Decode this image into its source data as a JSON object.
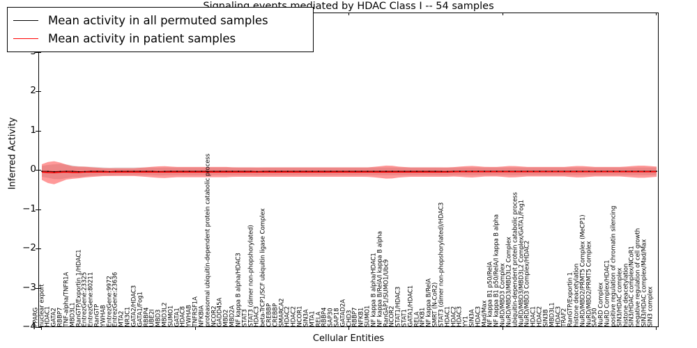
{
  "chart_data": {
    "type": "line",
    "title": "Signaling events mediated by HDAC Class I -- 54 samples",
    "xlabel": "Cellular Entities",
    "ylabel": "Inferred Activity",
    "ylim": [
      -4,
      4
    ],
    "yticks": [
      -4,
      -3,
      -2,
      -1,
      0,
      1,
      2,
      3,
      4
    ],
    "grid": false,
    "legend_position": "upper left",
    "colors": {
      "permuted_line": "#000000",
      "patient_line": "#ff0000",
      "patient_band": "#ff0000",
      "permuted_band": "#bfbfbf"
    },
    "series": [
      {
        "name": "Mean activity in all permuted samples",
        "color": "#000000",
        "style": "dotted-line-with-gray-band",
        "values": [
          -0.02,
          -0.02,
          -0.03,
          -0.03,
          -0.02,
          -0.02,
          -0.02,
          -0.03,
          -0.03,
          -0.02,
          -0.02,
          -0.02,
          -0.02,
          -0.03,
          -0.02,
          -0.02,
          -0.02,
          -0.02,
          -0.02,
          -0.02,
          -0.02,
          -0.02,
          -0.02,
          -0.03,
          -0.02,
          -0.02,
          -0.02,
          -0.02,
          -0.02,
          -0.02,
          -0.02,
          -0.02,
          -0.02,
          -0.02,
          -0.02,
          -0.02,
          -0.02,
          -0.02,
          -0.02,
          -0.02,
          -0.02,
          -0.02,
          -0.03,
          -0.02,
          -0.02,
          -0.02,
          -0.02,
          -0.02,
          -0.02,
          -0.02,
          -0.02,
          -0.02,
          -0.02,
          -0.02,
          -0.02,
          -0.02,
          -0.02,
          -0.02,
          -0.02,
          -0.02,
          -0.02,
          -0.02,
          -0.02,
          -0.02,
          -0.02,
          -0.02,
          -0.02,
          -0.02,
          -0.02,
          -0.02,
          -0.02,
          -0.02,
          -0.02,
          -0.02,
          -0.02,
          -0.02,
          -0.02,
          -0.02,
          -0.03,
          -0.02,
          -0.02,
          -0.02,
          -0.02,
          -0.02,
          -0.02,
          -0.02,
          -0.02,
          -0.02,
          -0.02,
          -0.02,
          -0.02,
          -0.02,
          -0.02,
          -0.02,
          -0.02,
          -0.02,
          -0.02,
          -0.02,
          -0.02,
          -0.02,
          -0.02,
          -0.02,
          -0.02,
          -0.02,
          -0.02,
          -0.02,
          -0.02,
          -0.02,
          -0.02,
          -0.02,
          -0.02,
          -0.02,
          -0.02,
          -0.02,
          -0.02,
          -0.02,
          -0.02,
          -0.02,
          -0.02,
          -0.02
        ],
        "band_halfwidth": [
          0.14,
          0.16,
          0.18,
          0.2,
          0.19,
          0.17,
          0.15,
          0.14,
          0.13,
          0.12,
          0.11,
          0.11,
          0.1,
          0.1,
          0.1,
          0.1,
          0.1,
          0.1,
          0.1,
          0.1,
          0.1,
          0.1,
          0.1,
          0.1,
          0.1,
          0.1,
          0.1,
          0.1,
          0.1,
          0.1,
          0.1,
          0.1,
          0.1,
          0.1,
          0.1,
          0.1,
          0.1,
          0.1,
          0.1,
          0.1,
          0.1,
          0.1,
          0.1,
          0.1,
          0.1,
          0.1,
          0.1,
          0.1,
          0.1,
          0.1,
          0.1,
          0.1,
          0.1,
          0.1,
          0.1,
          0.1,
          0.1,
          0.1,
          0.1,
          0.1,
          0.1,
          0.1,
          0.1,
          0.1,
          0.1,
          0.1,
          0.1,
          0.1,
          0.1,
          0.1,
          0.1,
          0.1,
          0.1,
          0.1,
          0.1,
          0.1,
          0.1,
          0.1,
          0.1,
          0.1,
          0.1,
          0.1,
          0.1,
          0.1,
          0.1,
          0.1,
          0.1,
          0.1,
          0.1,
          0.1,
          0.1,
          0.1,
          0.1,
          0.1,
          0.1,
          0.1,
          0.1,
          0.1,
          0.1,
          0.1,
          0.1,
          0.1,
          0.1,
          0.1,
          0.1,
          0.1,
          0.1,
          0.1,
          0.1,
          0.1,
          0.1,
          0.1,
          0.1,
          0.1,
          0.1,
          0.1,
          0.1,
          0.1,
          0.1,
          0.1
        ]
      },
      {
        "name": "Mean activity in patient samples",
        "color": "#ff0000",
        "style": "solid-line-with-red-band",
        "values": [
          -0.04,
          -0.05,
          -0.06,
          -0.05,
          -0.04,
          -0.04,
          -0.05,
          -0.05,
          -0.04,
          -0.04,
          -0.04,
          -0.04,
          -0.04,
          -0.04,
          -0.04,
          -0.04,
          -0.04,
          -0.04,
          -0.04,
          -0.04,
          -0.04,
          -0.04,
          -0.04,
          -0.04,
          -0.04,
          -0.04,
          -0.04,
          -0.04,
          -0.04,
          -0.04,
          -0.04,
          -0.04,
          -0.04,
          -0.04,
          -0.04,
          -0.04,
          -0.04,
          -0.04,
          -0.04,
          -0.04,
          -0.04,
          -0.04,
          -0.04,
          -0.04,
          -0.04,
          -0.04,
          -0.04,
          -0.04,
          -0.04,
          -0.04,
          -0.04,
          -0.04,
          -0.04,
          -0.04,
          -0.04,
          -0.04,
          -0.04,
          -0.04,
          -0.04,
          -0.04,
          -0.04,
          -0.04,
          -0.04,
          -0.04,
          -0.04,
          -0.04,
          -0.04,
          -0.04,
          -0.04,
          -0.04,
          -0.04,
          -0.04,
          -0.04,
          -0.04,
          -0.04,
          -0.04,
          -0.04,
          -0.04,
          -0.04,
          -0.04,
          -0.03,
          -0.03,
          -0.03,
          -0.03,
          -0.03,
          -0.03,
          -0.03,
          -0.03,
          -0.03,
          -0.03,
          -0.03,
          -0.03,
          -0.03,
          -0.03,
          -0.03,
          -0.03,
          -0.03,
          -0.03,
          -0.03,
          -0.03,
          -0.03,
          -0.03,
          -0.03,
          -0.03,
          -0.03,
          -0.03,
          -0.03,
          -0.03,
          -0.03,
          -0.03,
          -0.03,
          -0.03,
          -0.03,
          -0.03,
          -0.03,
          -0.03,
          -0.03,
          -0.03,
          -0.03,
          -0.03
        ],
        "band_halfwidth": [
          0.2,
          0.26,
          0.3,
          0.28,
          0.22,
          0.18,
          0.16,
          0.15,
          0.14,
          0.13,
          0.12,
          0.11,
          0.1,
          0.1,
          0.1,
          0.1,
          0.1,
          0.1,
          0.1,
          0.11,
          0.12,
          0.13,
          0.14,
          0.15,
          0.15,
          0.14,
          0.13,
          0.13,
          0.13,
          0.13,
          0.13,
          0.13,
          0.13,
          0.13,
          0.13,
          0.13,
          0.13,
          0.12,
          0.12,
          0.12,
          0.12,
          0.12,
          0.12,
          0.12,
          0.12,
          0.12,
          0.12,
          0.12,
          0.12,
          0.12,
          0.12,
          0.12,
          0.12,
          0.12,
          0.12,
          0.12,
          0.12,
          0.12,
          0.12,
          0.12,
          0.12,
          0.12,
          0.12,
          0.12,
          0.13,
          0.14,
          0.16,
          0.17,
          0.16,
          0.14,
          0.13,
          0.12,
          0.12,
          0.12,
          0.12,
          0.12,
          0.12,
          0.12,
          0.12,
          0.12,
          0.12,
          0.13,
          0.14,
          0.15,
          0.14,
          0.13,
          0.12,
          0.12,
          0.12,
          0.13,
          0.14,
          0.15,
          0.14,
          0.13,
          0.12,
          0.12,
          0.12,
          0.12,
          0.12,
          0.12,
          0.12,
          0.12,
          0.13,
          0.14,
          0.15,
          0.14,
          0.13,
          0.12,
          0.12,
          0.12,
          0.12,
          0.12,
          0.12,
          0.13,
          0.14,
          0.15,
          0.16,
          0.15,
          0.14,
          0.13
        ]
      }
    ],
    "categories": [
      "PPARG",
      "nuclear export",
      "HDAC1",
      "GATA2",
      "RBBP7",
      "TNF-alpha/TNFR1A",
      "MBD3L1",
      "RanGTP/Exportin 1/HDAC1",
      "EntrezGene:23325",
      "EntrezGene:80211",
      "RanGTP",
      "YWHAB",
      "EntrezGene:9972",
      "EntrezGene:23636",
      "MTA2",
      "NR3C1",
      "GATA2/HDAC3",
      "GATA1/Fog1",
      "RBBP4",
      "UBE2I",
      "MBD3",
      "MBD3L2",
      "SUMO1",
      "GATA1",
      "HDAC8",
      "YWHAB",
      "TNFRSF1A",
      "NFKBIA",
      "proteasomal ubiquitin-dependent protein catabolic process",
      "NCOR2",
      "GADD45A",
      "MBD2",
      "MBD2A",
      "NF kappa B alpha/HDAC3",
      "STAT3",
      "STAT3 (dimer non-phopshorylated)",
      "HDAC3",
      "beta-TrCP1/SCF ubiquitin ligase Complex",
      "CREBBP",
      "CREBBP",
      "SMARCA2",
      "HDAC2",
      "HDAC2",
      "NCOR1",
      "SIN3A",
      "MTA1",
      "RELA",
      "RBBP4",
      "SAP30",
      "SAP18",
      "GATAD2A",
      "CHD3",
      "RBBP7",
      "NFKB1",
      "SUMO1",
      "NF kappa B alpha/HDAC1",
      "NF kappa B/RelA/I kappa B alpha",
      "RanGAP1/SUMO1/Ubc9",
      "NCOR2",
      "STAT1/HDAC3",
      "STAT1",
      "GATA1/HDAC1",
      "RELA",
      "NFKB1",
      "NF kappa B/RelA",
      "SMRT (N-CoR2)",
      "STAT3 (dimer non-phopshorylated)/HDAC3",
      "HDAC1",
      "HDAC2",
      "HDAC3",
      "YY1",
      "SIN3A",
      "HDAC3",
      "Mad/Max",
      "NF kappa B1 p50/RelA",
      "NF kappa B1 p50/RelA/I kappa B alpha",
      "NuRD/MBD3 Complex",
      "NuRD/MBD3/MBD3L2 Complex",
      "ubiquitin-dependent protein catabolic process",
      "NuRD/MBD3/MBD3L2 Complex/GATA1/Fog1",
      "NuRD/MBD3 Complex/HDAC2",
      "HDAC1",
      "HDAC2",
      "SIN3B",
      "MBD3L1",
      "HDAC3",
      "TRAF2",
      "RanGTP/Exportin 1",
      "histone deacetylation",
      "NuRD/MBD2/PRMT5 Complex (MeCP1)",
      "NuRD/MBD2/PRMT5 Complex",
      "SAP30",
      "NuRD Complex",
      "NuRD Complex/HDAC1",
      "positive regulation of chromatin silencing",
      "SIN3/HDAC complex",
      "histone deacetylation",
      "SIN3/HDAC complex/NCoR1",
      "negative regulation of cell growth",
      "SIN3/HDAC complex/Mad/Max",
      "SIN3 complex"
    ]
  },
  "legend": {
    "entries": [
      {
        "label": "Mean activity in all permuted samples",
        "color": "#000000"
      },
      {
        "label": "Mean activity in patient samples",
        "color": "#ff0000"
      }
    ]
  }
}
